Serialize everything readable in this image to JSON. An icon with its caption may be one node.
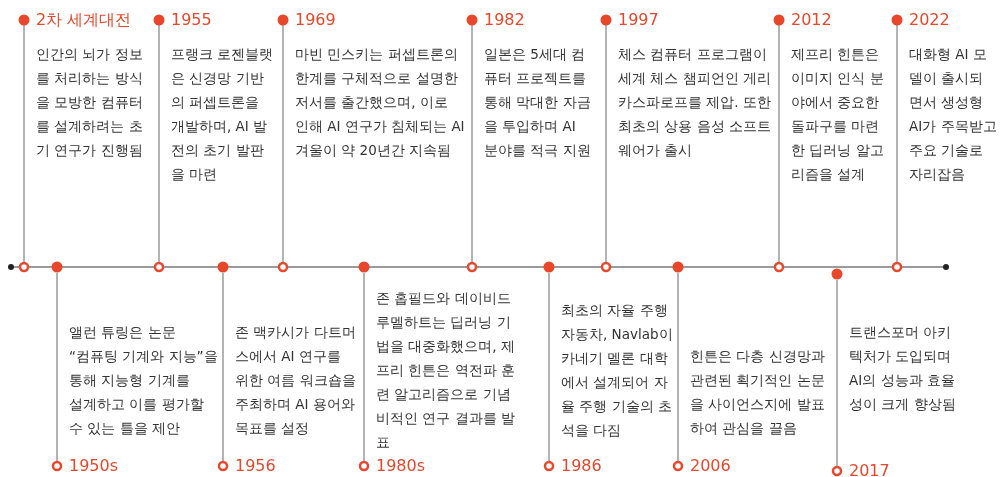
{
  "diagram": {
    "nodes": [
      {
        "text": [
          "2차 세계대전",
          "인간의 뇌가 정보를 처리하는 방식을 모방한 컴퓨터를 설계하려는 초기 연구가 진행됨"
        ]
      },
      {
        "text": [
          "앨런 튜링은 논문 “컴퓨팅 기계와 지능”을 통해 지능형 기계를 설계하고 이를 평가할 수 있는 틀을 제안",
          "1950s"
        ]
      },
      {
        "text": [
          "1955",
          "프랭크 로젠블랫은 신경망 기반의 퍼셉트론을 개발하며, AI 발전의 초기 발판을 마련"
        ]
      },
      {
        "text": [
          "존 맥카시가 다트머스에서 AI 연구를 위한 여름 워크숍을 주최하며 AI 용어와 목표를 설정",
          "1956"
        ]
      },
      {
        "text": [
          "1969",
          "마빈 민스키는 퍼셉트론의 한계를 구체적으로 설명한 저서를 출간했으며, 이로 인해 AI 연구가 침체되는 AI 겨울이 약 20년간 지속됨"
        ]
      },
      {
        "text": [
          "존 홉필드와 데이비드 루멜하트는 딥러닝 기법을 대중화했으며, 제프리 힌튼은 역전파 훈련 알고리즘으로 기념비적인 연구 결과를 발표",
          "1980s"
        ]
      },
      {
        "text": [
          "1982",
          "일본은 5세대 컴퓨터 프로젝트를 통해 막대한 자금을 투입하며 AI 분야를 적극 지원"
        ]
      },
      {
        "text": [
          "최초의 자율 주행 자동차, Navlab이 카네기 멜론 대학에서 설계되어 자율 주행 기술의 초석을 다짐",
          "1986"
        ]
      },
      {
        "text": [
          "1997",
          "체스 컴퓨터 프로그램이 세계 체스 챔피언인 게리 카스파로프를 제압. 또한 최초의 상용 음성 소프트웨어가 출시"
        ]
      },
      {
        "text": [
          "힌튼은 다층 신경망과 관련된 획기적인 논문을 사이언스지에 발표하여 관심을 끌음",
          "2006"
        ]
      },
      {
        "text": [
          "2012",
          "제프리 힌튼은 이미지 인식 분야에서 중요한 돌파구를 마련한 딥러닝 알고리즘을 설계"
        ]
      },
      {
        "text": [
          "트랜스포머 아키텍처가 도입되며 AI의 성능과 효율성이 크게 향상됨",
          "2017"
        ]
      },
      {
        "text": [
          "2022",
          "대화형 AI 모델이 출시되면서 생성형 AI가 주목받고 주요 기술로 자리잡음"
        ]
      },
      {
        "text": [],
        "shape": "bar"
      }
    ],
    "edges": [
      {
        "from": 13,
        "to": 0,
        "arrow": "none"
      },
      {
        "from": 13,
        "to": 1,
        "arrow": "none"
      },
      {
        "from": 13,
        "to": 2,
        "arrow": "none"
      },
      {
        "from": 13,
        "to": 3,
        "arrow": "none"
      },
      {
        "from": 13,
        "to": 4,
        "arrow": "none"
      },
      {
        "from": 13,
        "to": 5,
        "arrow": "none"
      },
      {
        "from": 13,
        "to": 6,
        "arrow": "none"
      },
      {
        "from": 13,
        "to": 7,
        "arrow": "none"
      },
      {
        "from": 13,
        "to": 8,
        "arrow": "none"
      },
      {
        "from": 13,
        "to": 9,
        "arrow": "none"
      },
      {
        "from": 13,
        "to": 10,
        "arrow": "none"
      },
      {
        "from": 13,
        "to": 11,
        "arrow": "none"
      },
      {
        "from": 13,
        "to": 12,
        "arrow": "none"
      }
    ]
  }
}
